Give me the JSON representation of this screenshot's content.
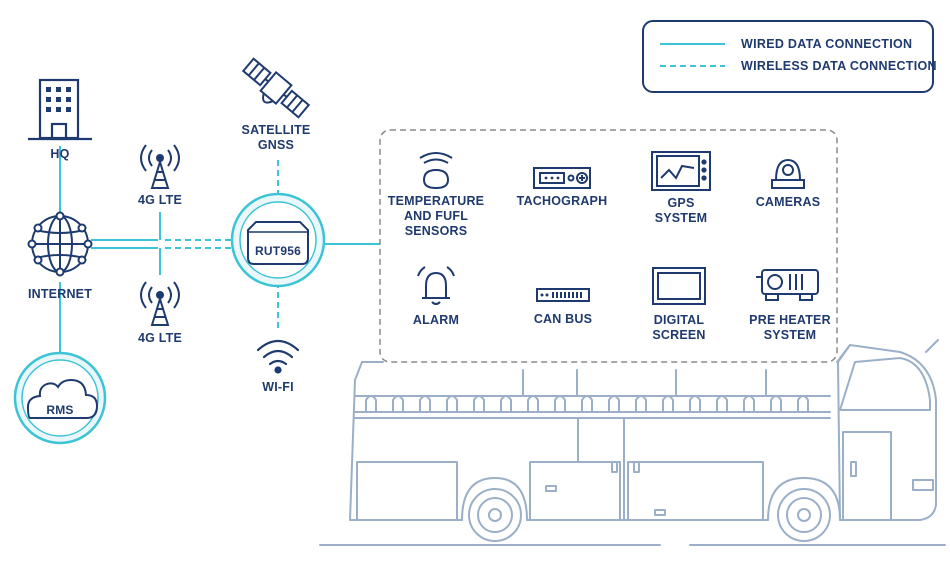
{
  "legend": {
    "wired": "WIRED DATA CONNECTION",
    "wireless": "WIRELESS DATA CONNECTION"
  },
  "nodes": {
    "hq": "HQ",
    "internet": "INTERNET",
    "rms": "RMS",
    "lte_top": "4G LTE",
    "lte_bottom": "4G LTE",
    "satellite": [
      "SATELLITE",
      "GNSS"
    ],
    "router": "RUT956",
    "wifi": "WI-FI"
  },
  "devices": {
    "temperature": [
      "TEMPERATURE",
      "AND FUFL",
      "SENSORS"
    ],
    "tachograph": [
      "TACHOGRAPH"
    ],
    "gps": [
      "GPS",
      "SYSTEM"
    ],
    "cameras": [
      "CAMERAS"
    ],
    "alarm": [
      "ALARM"
    ],
    "can_bus": [
      "CAN BUS"
    ],
    "digital_screen": [
      "DIGITAL",
      "SCREEN"
    ],
    "pre_heater": [
      "PRE HEATER",
      "SYSTEM"
    ]
  },
  "colors": {
    "dark": "#1f3a6e",
    "cyan": "#3cc3d6",
    "bus": "#9bb0c8",
    "dashed_box": "#8a8a8a"
  }
}
